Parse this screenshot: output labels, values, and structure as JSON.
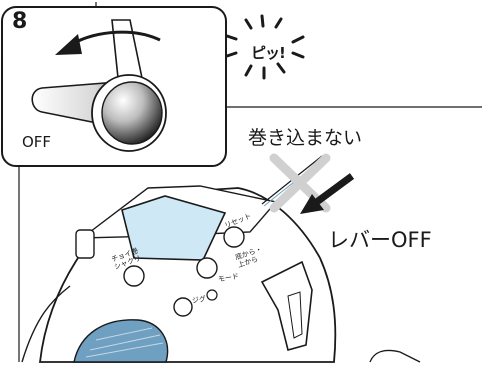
{
  "step_number": "8",
  "switch_label": "OFF",
  "sound_effect": "ピッ!",
  "caption_no_winding": "巻き込まない",
  "caption_lever_off": "レバーOFF",
  "reel_panel": {
    "button_reset": "リセット",
    "button_bottom_upper": "底から・上から",
    "button_mode": "モード",
    "button_jig": "ジグ",
    "button_left": "チョイ巻 シャクリ"
  },
  "colors": {
    "ink": "#1a1a1a",
    "screen": "#cfe8f5",
    "spool": "#6f9fc1",
    "arrow_gray": "#d0d0d0"
  }
}
